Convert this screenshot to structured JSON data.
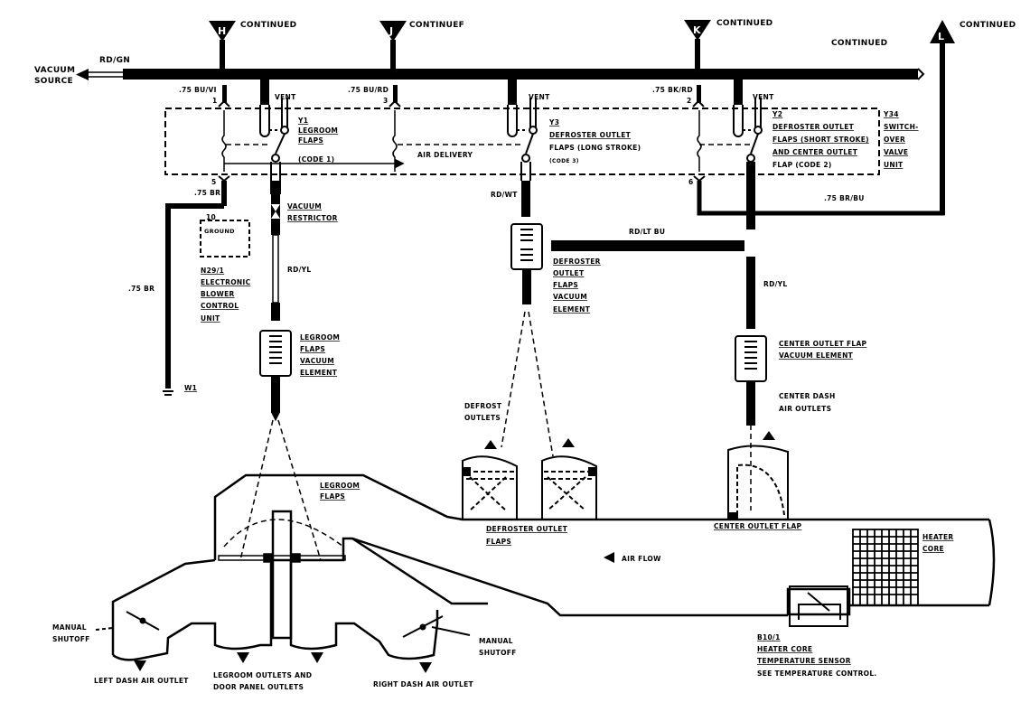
{
  "diagram": {
    "title": "Vacuum Circuit - Air Distribution",
    "colors": {
      "ink": "#000000",
      "paper": "#ffffff"
    },
    "vacuum_source": {
      "label_line1": "VACUUM",
      "label_line2": "SOURCE",
      "hose_color": "RD/GN"
    },
    "connectors": [
      {
        "letter": "H",
        "label": "CONTINUED",
        "direction": "down"
      },
      {
        "letter": "J",
        "label": "CONTINUEF",
        "direction": "down"
      },
      {
        "letter": "K",
        "label": "CONTINUED",
        "direction": "down"
      },
      {
        "letter": "L",
        "label": "CONTINUED",
        "direction": "up"
      }
    ],
    "main_line_label": "CONTINUED",
    "wires": {
      "w1": ".75 BU/VI",
      "w3": ".75 BU/RD",
      "w2": ".75 BK/RD",
      "w5": ".75 BR",
      "w6": ".75 BR/BU",
      "ground_run": ".75 BR",
      "ground": "W1"
    },
    "pins": {
      "p1": "1",
      "p3": "3",
      "p2": "2",
      "p5": "5",
      "p6": "6",
      "p10": "10"
    },
    "vent_label": "VENT",
    "valve_unit": {
      "line1": "Y34",
      "line2": "SWITCH-",
      "line3": "OVER",
      "line4": "VALVE",
      "line5": "UNIT"
    },
    "valves": [
      {
        "id": "Y1",
        "line1": "LEGROOM",
        "line2": "FLAPS",
        "line3": "(CODE 1)"
      },
      {
        "id": "Y3",
        "line1": "DEFROSTER OUTLET",
        "line2": "FLAPS (LONG STROKE)",
        "line3": "(CODE 3)"
      },
      {
        "id": "Y2",
        "line1": "DEFROSTER OUTLET",
        "line2": "FLAPS (SHORT STROKE)",
        "line3": "AND CENTER OUTLET",
        "line4": "FLAP (CODE 2)"
      }
    ],
    "air_delivery": "AIR DELIVERY",
    "control_unit": {
      "box": "GROUND",
      "line1": "N29/1",
      "line2": "ELECTRONIC",
      "line3": "BLOWER",
      "line4": "CONTROL",
      "line5": "UNIT"
    },
    "restrictor": {
      "line1": "VACUUM",
      "line2": "RESTRICTOR"
    },
    "hoses": {
      "legroom": "RD/YL",
      "defrost": "RD/WT",
      "crossover": "RD/LT BU",
      "center": "RD/YL"
    },
    "elements": {
      "legroom": {
        "line1": "LEGROOM",
        "line2": "FLAPS",
        "line3": "VACUUM",
        "line4": "ELEMENT"
      },
      "defrost": {
        "line1": "DEFROSTER",
        "line2": "OUTLET",
        "line3": "FLAPS",
        "line4": "VACUUM",
        "line5": "ELEMENT"
      },
      "center": {
        "line1": "CENTER OUTLET FLAP",
        "line2": "VACUUM ELEMENT"
      }
    },
    "outlets": {
      "defrost": {
        "line1": "DEFROST",
        "line2": "OUTLETS"
      },
      "center_dash": {
        "line1": "CENTER DASH",
        "line2": "AIR OUTLETS"
      },
      "defroster_flaps": {
        "line1": "DEFROSTER OUTLET",
        "line2": "FLAPS"
      },
      "center_flap": "CENTER OUTLET FLAP",
      "legroom_flaps": {
        "line1": "LEGROOM",
        "line2": "FLAPS"
      },
      "left_dash": "LEFT DASH AIR OUTLET",
      "legroom_outlets": {
        "line1": "LEGROOM OUTLETS AND",
        "line2": "DOOR PANEL OUTLETS"
      },
      "right_dash": "RIGHT DASH AIR OUTLET"
    },
    "manual_shutoff": {
      "line1": "MANUAL",
      "line2": "SHUTOFF"
    },
    "air_flow": "AIR FLOW",
    "heater_core": {
      "line1": "HEATER",
      "line2": "CORE"
    },
    "sensor": {
      "line1": "B10/1",
      "line2": "HEATER CORE",
      "line3": "TEMPERATURE SENSOR",
      "line4": "SEE TEMPERATURE CONTROL."
    }
  }
}
